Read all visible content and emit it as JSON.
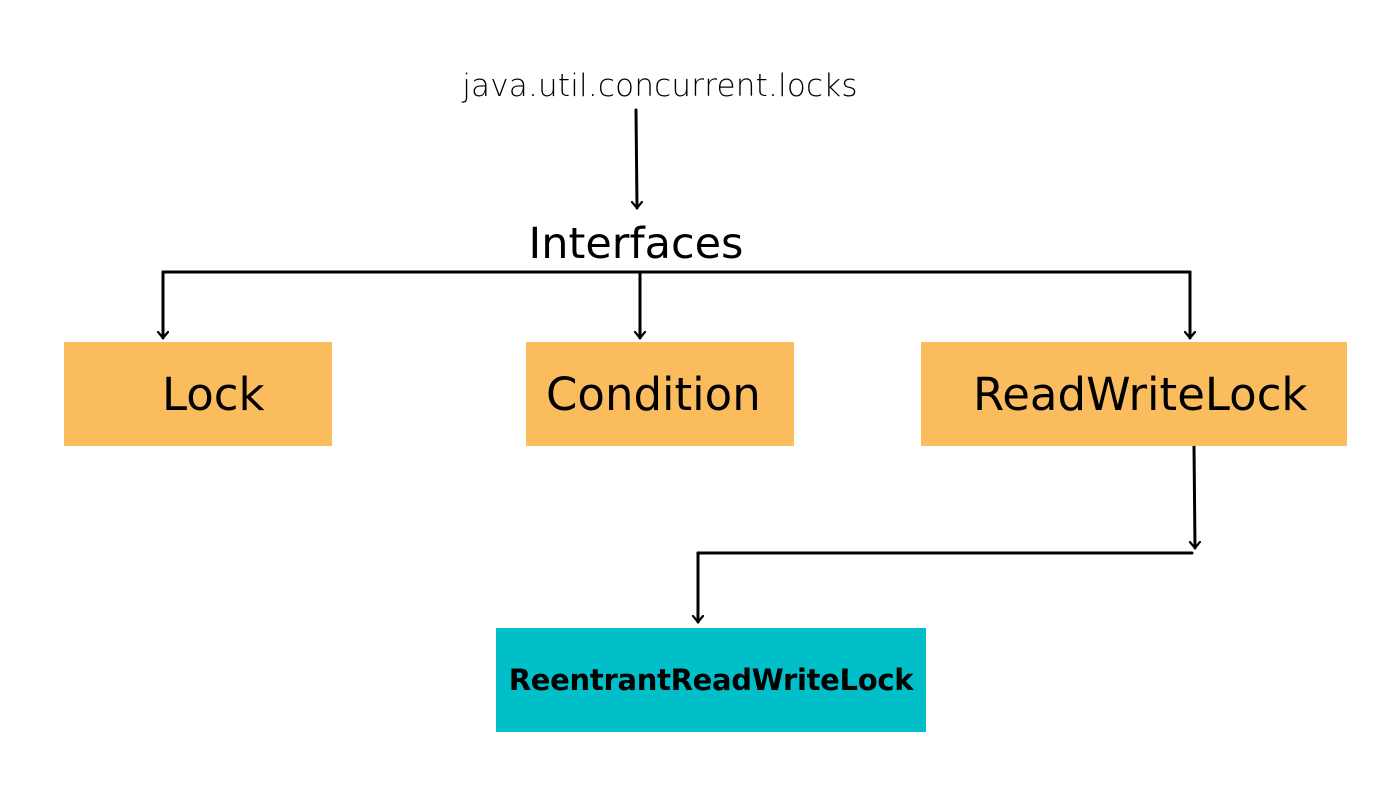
{
  "colors": {
    "interface_box": "#FBBC5D",
    "class_box": "#00BFC8",
    "connector": "#000000",
    "background": "#FFFFFF"
  },
  "diagram": {
    "package": "java.util.concurrent.locks",
    "category": "Interfaces",
    "interfaces": [
      "Lock",
      "Condition",
      "ReadWriteLock"
    ],
    "implementation": "ReentrantReadWriteLock"
  }
}
